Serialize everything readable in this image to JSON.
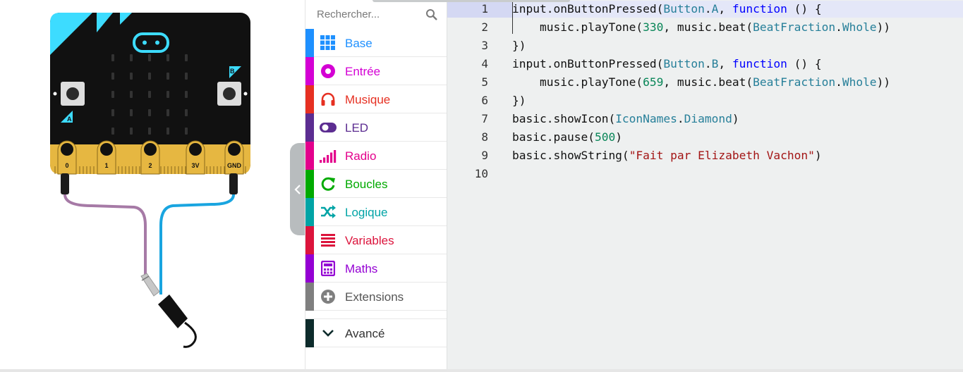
{
  "simulator": {
    "pin_labels": [
      "0",
      "1",
      "2",
      "3V",
      "GND"
    ],
    "button_a_label": "A",
    "button_b_label": "B",
    "board_color": "#111111",
    "accent_color": "#3ddcff",
    "edge_color": "#e6b741",
    "wire_left_color": "#a67aa6",
    "wire_right_color": "#19a5e0"
  },
  "toolbox": {
    "search": {
      "placeholder": "Rechercher...",
      "icon": "search-icon"
    },
    "categories": [
      {
        "label": "Base",
        "color": "#1e90ff",
        "icon": "grid-icon"
      },
      {
        "label": "Entrée",
        "color": "#d400d4",
        "icon": "radio-button-icon"
      },
      {
        "label": "Musique",
        "color": "#e63022",
        "icon": "headphones-icon"
      },
      {
        "label": "LED",
        "color": "#5c2d91",
        "icon": "toggle-icon"
      },
      {
        "label": "Radio",
        "color": "#e3008c",
        "icon": "signal-bars-icon"
      },
      {
        "label": "Boucles",
        "color": "#00aa00",
        "icon": "refresh-icon"
      },
      {
        "label": "Logique",
        "color": "#00a4a6",
        "icon": "shuffle-icon"
      },
      {
        "label": "Variables",
        "color": "#dc143c",
        "icon": "list-icon"
      },
      {
        "label": "Maths",
        "color": "#9400d3",
        "icon": "calculator-icon"
      },
      {
        "label": "Extensions",
        "color": "#7f7f7f",
        "icon": "plus-circle-icon"
      }
    ],
    "advanced": {
      "label": "Avancé",
      "color": "#0d2b2b",
      "icon": "chevron-down-icon"
    }
  },
  "editor": {
    "line_numbers": [
      "1",
      "2",
      "3",
      "4",
      "5",
      "6",
      "7",
      "8",
      "9",
      "10"
    ],
    "lines": [
      [
        [
          "t",
          "input.onButtonPressed("
        ],
        [
          "ty",
          "Button"
        ],
        [
          "t",
          "."
        ],
        [
          "ty",
          "A"
        ],
        [
          "t",
          ", "
        ],
        [
          "kw",
          "function"
        ],
        [
          "t",
          " () {"
        ]
      ],
      [
        [
          "t",
          "    music.playTone("
        ],
        [
          "num",
          "330"
        ],
        [
          "t",
          ", music.beat("
        ],
        [
          "ty",
          "BeatFraction"
        ],
        [
          "t",
          "."
        ],
        [
          "ty",
          "Whole"
        ],
        [
          "t",
          "))"
        ]
      ],
      [
        [
          "t",
          "})"
        ]
      ],
      [
        [
          "t",
          "input.onButtonPressed("
        ],
        [
          "ty",
          "Button"
        ],
        [
          "t",
          "."
        ],
        [
          "ty",
          "B"
        ],
        [
          "t",
          ", "
        ],
        [
          "kw",
          "function"
        ],
        [
          "t",
          " () {"
        ]
      ],
      [
        [
          "t",
          "    music.playTone("
        ],
        [
          "num",
          "659"
        ],
        [
          "t",
          ", music.beat("
        ],
        [
          "ty",
          "BeatFraction"
        ],
        [
          "t",
          "."
        ],
        [
          "ty",
          "Whole"
        ],
        [
          "t",
          "))"
        ]
      ],
      [
        [
          "t",
          "})"
        ]
      ],
      [
        [
          "t",
          "basic.showIcon("
        ],
        [
          "ty",
          "IconNames"
        ],
        [
          "t",
          "."
        ],
        [
          "ty",
          "Diamond"
        ],
        [
          "t",
          ")"
        ]
      ],
      [
        [
          "t",
          "basic.pause("
        ],
        [
          "num",
          "500"
        ],
        [
          "t",
          ")"
        ]
      ],
      [
        [
          "t",
          "basic.showString("
        ],
        [
          "str",
          "\"Fait par Elizabeth Vachon\""
        ],
        [
          "t",
          ")"
        ]
      ],
      []
    ]
  }
}
